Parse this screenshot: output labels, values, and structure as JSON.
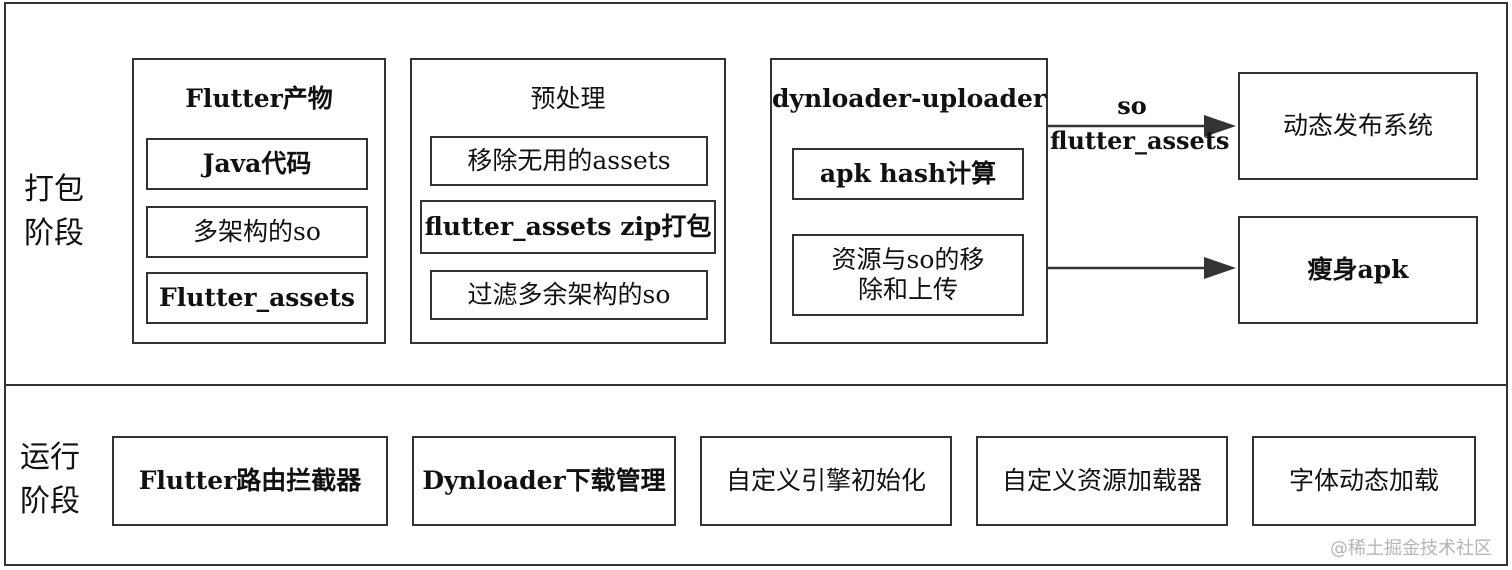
{
  "packaging": {
    "label_line1": "打包",
    "label_line2": "阶段",
    "flutter_output": {
      "title": "Flutter产物",
      "items": [
        "Java代码",
        "多架构的so",
        "Flutter_assets"
      ]
    },
    "preprocess": {
      "title": "预处理",
      "items": [
        "移除无用的assets",
        "flutter_assets zip打包",
        "过滤多余架构的so"
      ]
    },
    "uploader": {
      "title": "dynloader-uploader",
      "hash_item": "apk hash计算",
      "upload_line1": "资源与so的移",
      "upload_line2": "除和上传"
    },
    "arrow_label_line1": "so",
    "arrow_label_line2": "flutter_assets",
    "publish_system": "动态发布系统",
    "slim_apk": "瘦身apk"
  },
  "runtime": {
    "label_line1": "运行",
    "label_line2": "阶段",
    "items": [
      "Flutter路由拦截器",
      "Dynloader下载管理",
      "自定义引擎初始化",
      "自定义资源加载器",
      "字体动态加载"
    ]
  },
  "watermark": "@稀土掘金技术社区"
}
